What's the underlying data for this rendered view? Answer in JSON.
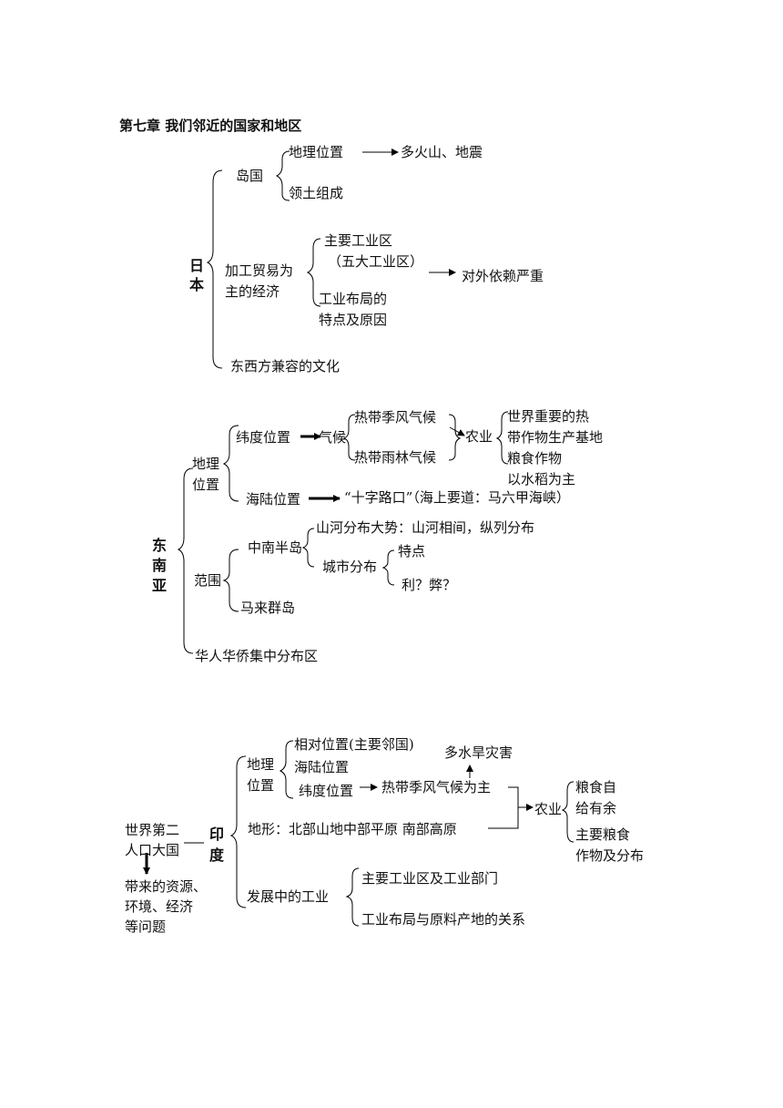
{
  "title": "第七章  我们邻近的国家和地区",
  "japan": {
    "root": [
      "日",
      "本"
    ],
    "island": "岛国",
    "geo_position": "地理位置",
    "volcano": "多火山、地震",
    "territory": "领土组成",
    "economy": [
      "加工贸易为",
      "主的经济"
    ],
    "industrial_zone": [
      "主要工业区",
      "（五大工业区）"
    ],
    "dependence": "对外依赖严重",
    "layout": [
      "工业布局的",
      "特点及原因"
    ],
    "culture": "东西方兼容的文化"
  },
  "sea": {
    "root": [
      "东",
      "南",
      "亚"
    ],
    "geo": [
      "地理",
      "位置"
    ],
    "latitude": "纬度位置",
    "climate": "气候",
    "monsoon": "热带季风气候",
    "rainforest": "热带雨林气候",
    "agriculture": "农业",
    "agri_notes": [
      "世界重要的热",
      "带作物生产基地",
      "粮食作物",
      "以水稻为主"
    ],
    "sea_land": "海陆位置",
    "crossroads": "“十字路口”（海上要道：马六甲海峡）",
    "range": "范围",
    "peninsula": "中南半岛",
    "mountains": "山河分布大势：山河相间，纵列分布",
    "cities": "城市分布",
    "features": "特点",
    "pros_cons": "利？弊？",
    "malay": "马来群岛",
    "chinese": "华人华侨集中分布区"
  },
  "india": {
    "root": [
      "印",
      "度"
    ],
    "population": [
      "世界第二",
      "人口大国"
    ],
    "problems": [
      "带来的资源、",
      "环境、经济",
      "等问题"
    ],
    "geo": [
      "地理",
      "位置"
    ],
    "relative": "相对位置(主要邻国)",
    "sea_land": "海陆位置",
    "latitude": "纬度位置",
    "monsoon": "热带季风气候为主",
    "disaster": "多水旱灾害",
    "terrain": "地形：北部山地中部平原  南部高原",
    "agriculture": "农业",
    "grain": [
      "粮食自",
      "给有余"
    ],
    "crops": [
      "主要粮食",
      "作物及分布"
    ],
    "industry": "发展中的工业",
    "ind_zone": "主要工业区及工业部门",
    "ind_layout": "工业布局与原料产地的关系"
  }
}
